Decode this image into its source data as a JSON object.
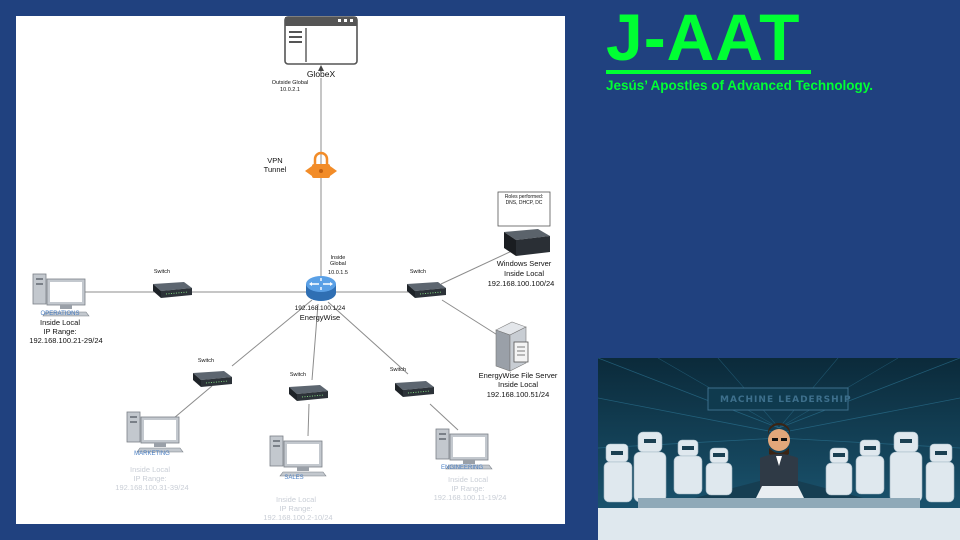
{
  "diagram": {
    "cloud": {
      "name": "GlobeX",
      "nat_label": "Outside Global",
      "ip": "10.0.2.1"
    },
    "vpn_label": "VPN\nTunnel",
    "router": {
      "nat_label": "Inside\nGlobal",
      "inside_global_ip": "10.0.1.5",
      "lan_ip": "192.168.100.1/24",
      "name": "EnergyWise"
    },
    "switch_label": "Switch",
    "windows_server": {
      "roles": "Roles performed:\nDNS, DHCP, DC",
      "name": "Windows Server",
      "nat_label": "Inside Local",
      "ip": "192.168.100.100/24"
    },
    "file_server": {
      "name": "EnergyWise File Server",
      "nat_label": "Inside Local",
      "ip": "192.168.100.51/24"
    },
    "operations": {
      "name": "OPERATIONS",
      "nat_label": "Inside Local",
      "range_label": "IP Range:",
      "range": "192.168.100.21-29/24"
    },
    "marketing": {
      "name": "MARKETING",
      "nat_label": "Inside Local",
      "range_label": "IP Range:",
      "range": "192.168.100.31-39/24"
    },
    "sales": {
      "name": "SALES",
      "nat_label": "Inside Local",
      "range_label": "IP Range:",
      "range": "192.168.100.2-10/24"
    },
    "engineering": {
      "name": "ENGINEERING",
      "nat_label": "Inside Local",
      "range_label": "IP Range:",
      "range": "192.168.100.11-19/24"
    }
  },
  "brand": {
    "title": "J-AAT",
    "tagline": "Jesús’ Apostles of Advanced  Technology.",
    "color": "#00ff33"
  },
  "promo": {
    "caption": "MACHINE LEADERSHIP"
  },
  "colors": {
    "background": "#20417f",
    "panel": "#ffffff",
    "router": "#4a90d9",
    "vpn_lock": "#f28c28"
  }
}
